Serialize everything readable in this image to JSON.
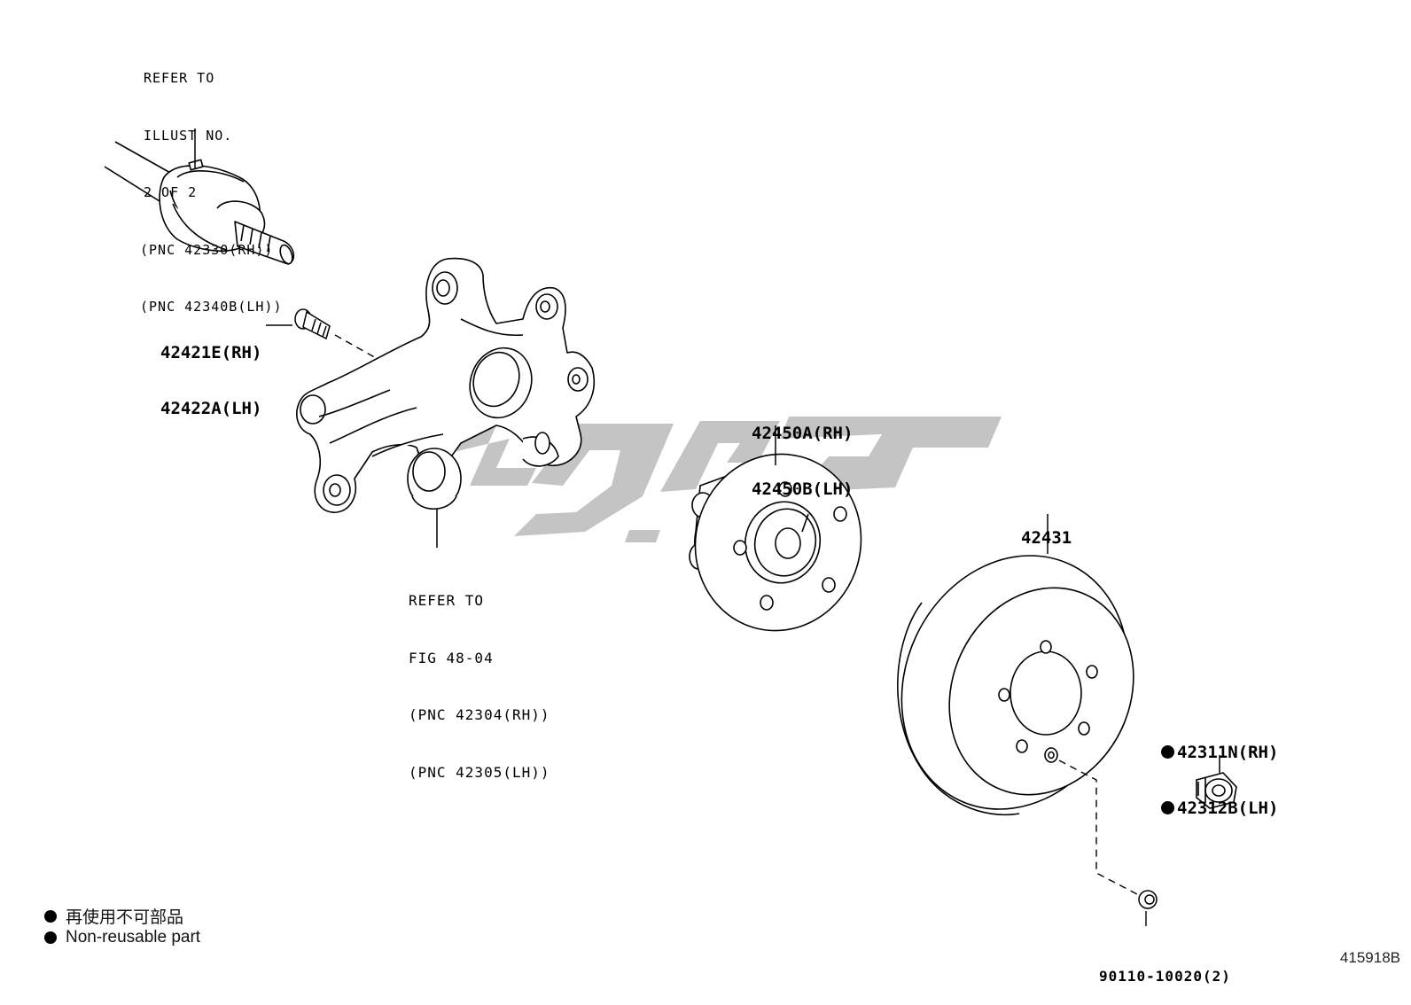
{
  "callouts": {
    "driveshaft": [
      "REFER TO",
      "ILLUST NO.",
      "2 OF 2",
      "(PNC 42330(RH))",
      "(PNC 42340B(LH))"
    ],
    "bolt": [
      "42421E(RH)",
      "42422A(LH)"
    ],
    "knuckle_ref": [
      "REFER TO",
      "FIG 48-04",
      "(PNC 42304(RH))",
      "(PNC 42305(LH))"
    ],
    "hub": [
      "42450A(RH)",
      "42450B(LH)"
    ],
    "disc": "42431",
    "nut": [
      "42311N(RH)",
      "42312B(LH)"
    ],
    "screw": "90110-10020(2)"
  },
  "legend": {
    "japanese": "再使用不可部品",
    "english": "Non-reusable part"
  },
  "figure_number": "415918B",
  "colors": {
    "ink": "#000000",
    "watermark": "#c4c4c4"
  }
}
